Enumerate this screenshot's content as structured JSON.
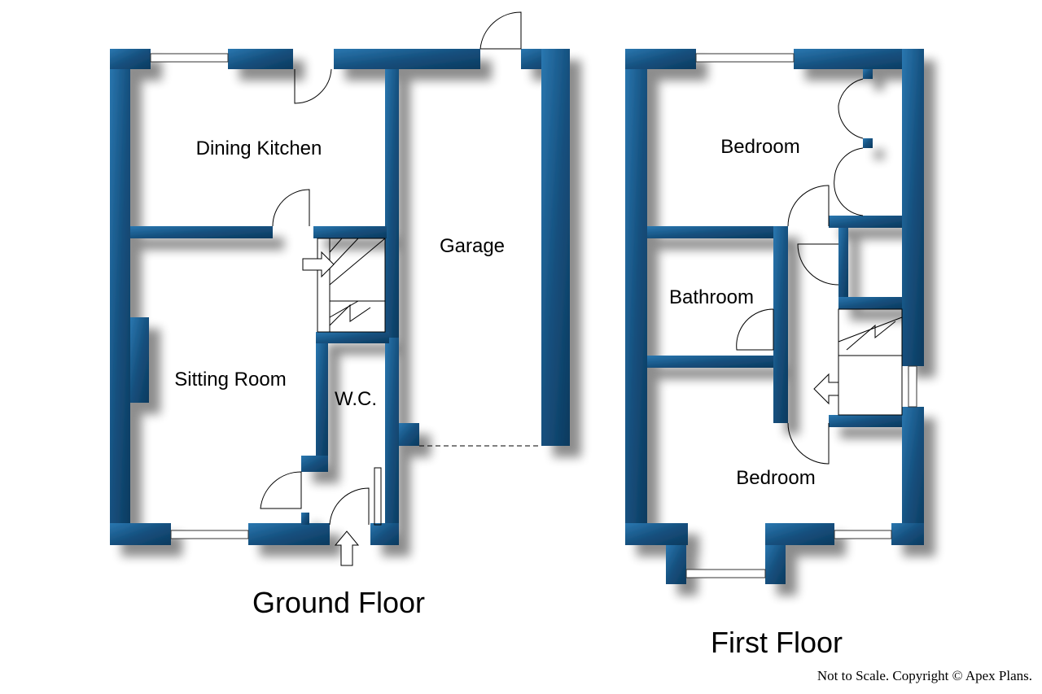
{
  "colors": {
    "wall": "#15507e",
    "wall_highlight": "#2a77b0",
    "shadow": "#999999"
  },
  "ground_floor": {
    "title": "Ground Floor",
    "rooms": [
      "Dining Kitchen",
      "Garage",
      "Sitting Room",
      "W.C."
    ]
  },
  "first_floor": {
    "title": "First Floor",
    "rooms": [
      "Bedroom",
      "Bathroom",
      "Bedroom"
    ]
  },
  "footer": {
    "copyright": "Not to Scale. Copyright © Apex Plans."
  }
}
